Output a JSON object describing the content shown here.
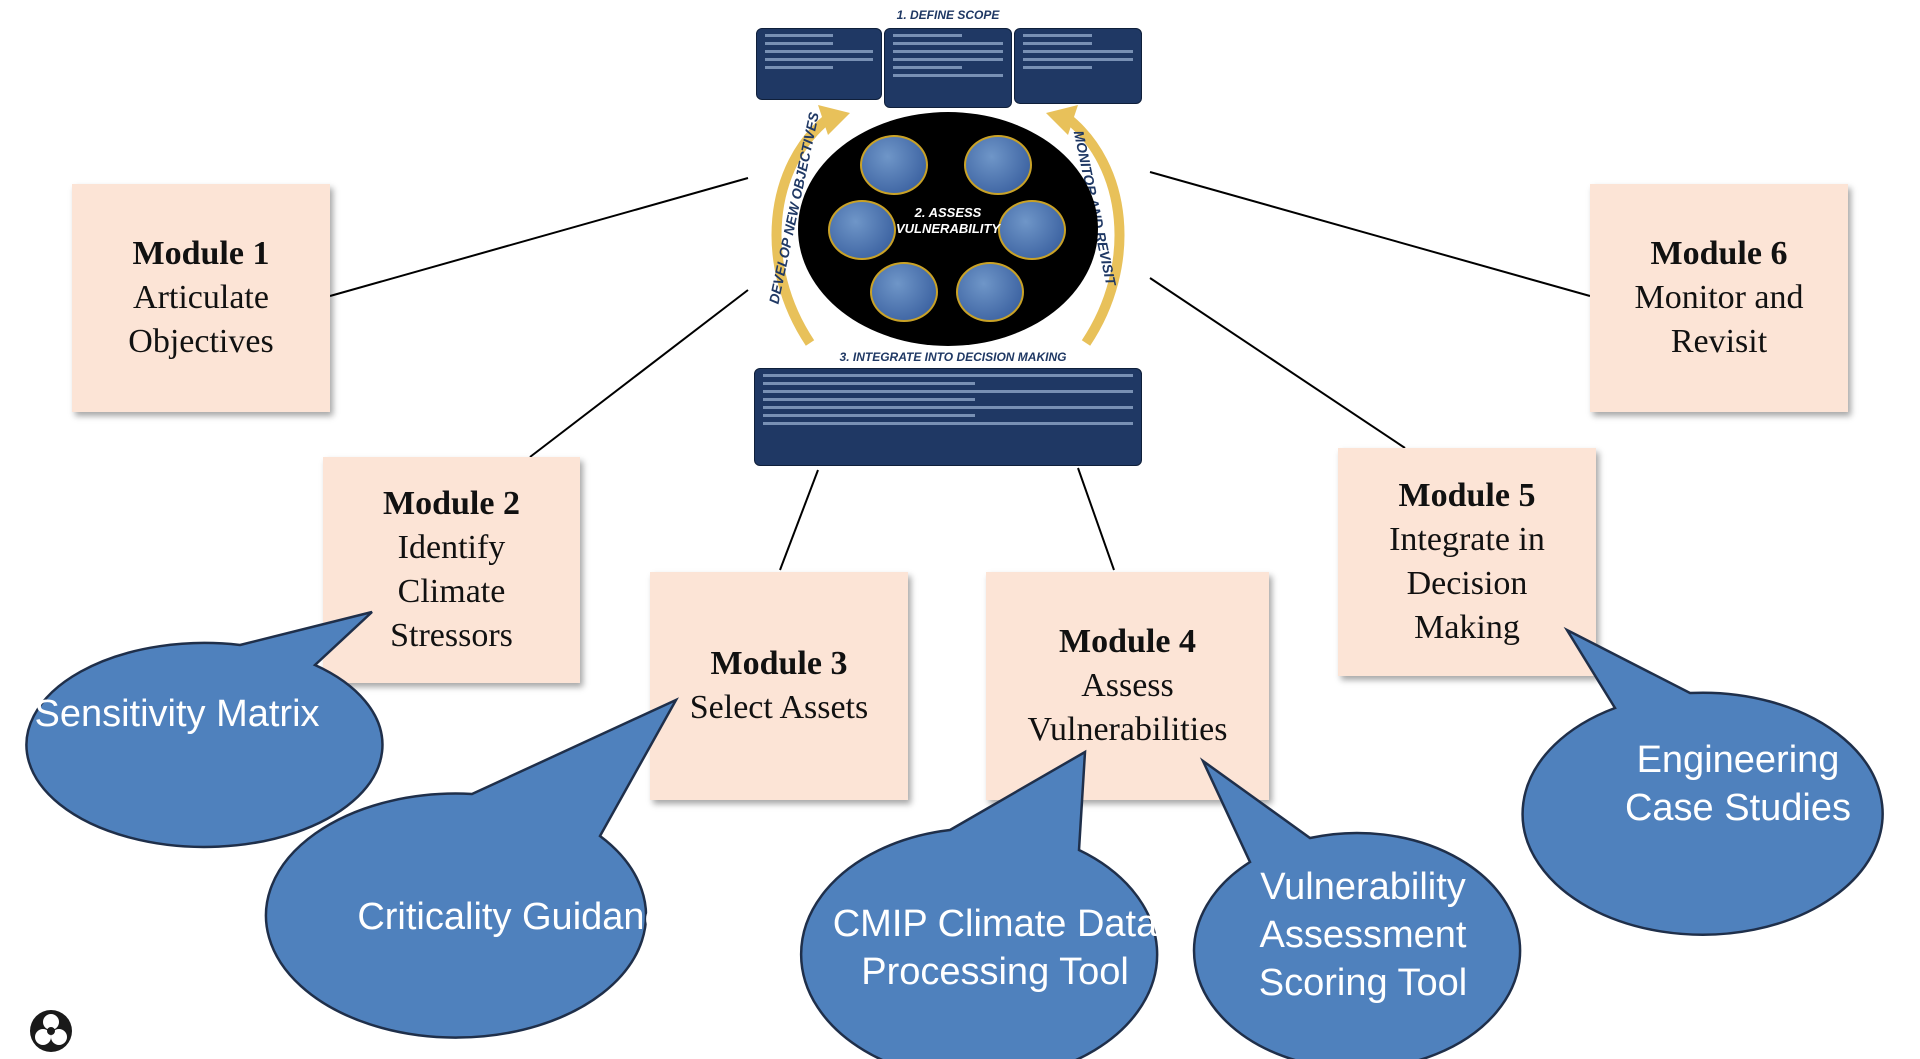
{
  "framework": {
    "stage1": "1. DEFINE SCOPE",
    "stage2_line1": "2. ASSESS",
    "stage2_line2": "VULNERABILITY",
    "stage3": "3. INTEGRATE INTO DECISION MAKING",
    "left_arc": "DEVELOP NEW OBJECTIVES",
    "right_arc": "MONITOR AND REVISIT"
  },
  "modules": [
    {
      "title": "Module 1",
      "lines": [
        "Articulate",
        "Objectives"
      ]
    },
    {
      "title": "Module 2",
      "lines": [
        "Identify",
        "Climate",
        "Stressors"
      ]
    },
    {
      "title": "Module 3",
      "lines": [
        "Select Assets"
      ]
    },
    {
      "title": "Module 4",
      "lines": [
        "Assess",
        "Vulnerabilities"
      ]
    },
    {
      "title": "Module 5",
      "lines": [
        "Integrate in",
        "Decision",
        "Making"
      ]
    },
    {
      "title": "Module 6",
      "lines": [
        "Monitor and",
        "Revisit"
      ]
    }
  ],
  "callouts": [
    {
      "lines": [
        "Sensitivity Matrix"
      ]
    },
    {
      "lines": [
        "Criticality Guidance"
      ]
    },
    {
      "lines": [
        "CMIP Climate Data",
        "Processing Tool"
      ]
    },
    {
      "lines": [
        "Vulnerability",
        "Assessment",
        "Scoring Tool"
      ]
    },
    {
      "lines": [
        "Engineering",
        "Case Studies"
      ]
    }
  ],
  "colors": {
    "module_fill": "#fce4d6",
    "callout_fill": "#4f81bd",
    "callout_stroke": "#1f2f4a",
    "framework_navy": "#1f3864",
    "arrow_gold": "#e8c15a"
  },
  "icons": {
    "logo": "dot-triskelion-icon"
  }
}
